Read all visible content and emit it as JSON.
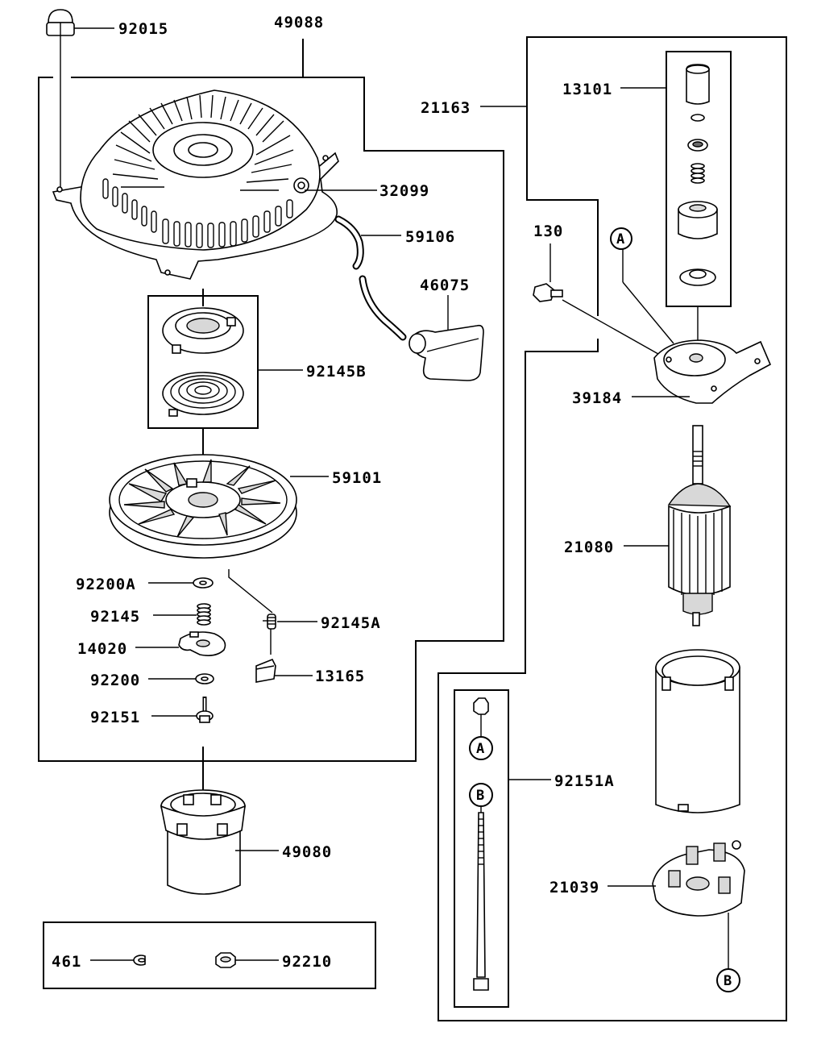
{
  "labels": {
    "p92015": "92015",
    "p49088": "49088",
    "p32099": "32099",
    "p59106": "59106",
    "p46075": "46075",
    "p92145B": "92145B",
    "p59101": "59101",
    "p92200A": "92200A",
    "p92145": "92145",
    "p92145A": "92145A",
    "p14020": "14020",
    "p13165": "13165",
    "p92200": "92200",
    "p92151": "92151",
    "p49080": "49080",
    "p461": "461",
    "p92210": "92210",
    "p21163": "21163",
    "p13101": "13101",
    "p130": "130",
    "p39184": "39184",
    "p21080": "21080",
    "p92151A": "92151A",
    "p21039": "21039"
  },
  "markers": {
    "a_top": "A",
    "a_bolt": "A",
    "b_bolt": "B",
    "b_bottom": "B"
  },
  "icons": [
    "cap-nut-icon",
    "recoil-cover-icon",
    "pull-rope-icon",
    "starter-handle-icon",
    "spring-case-icon",
    "recoil-spring-icon",
    "reel-icon",
    "washer-icon",
    "spring-icon",
    "ratchet-icon",
    "pawl-spring-icon",
    "pawl-icon",
    "bolt-icon",
    "starter-cup-icon",
    "e-ring-icon",
    "hex-nut-icon",
    "pinion-set-icon",
    "flange-bolt-icon",
    "bracket-icon",
    "armature-icon",
    "yoke-icon",
    "through-bolt-icon",
    "brush-holder-icon"
  ]
}
